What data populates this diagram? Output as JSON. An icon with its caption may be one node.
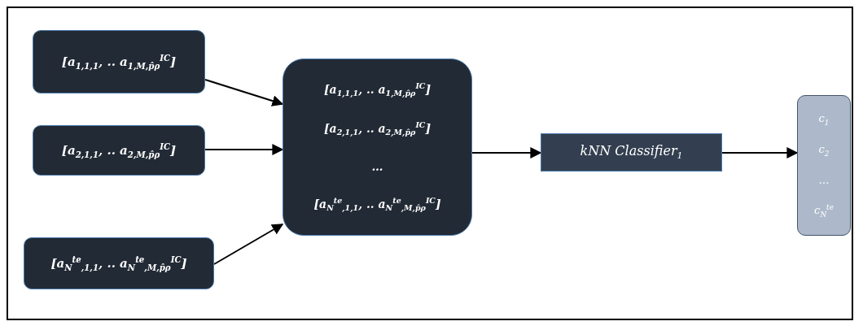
{
  "diagram": {
    "nodes": [
      {
        "text": [
          "[a$_{1,1,1}$, .. a$_{1,M,p̂ρ}$$^{IC}$]"
        ]
      },
      {
        "text": [
          "[a$_{2,1,1}$, .. a$_{2,M,p̂ρ}$$^{IC}$]"
        ]
      },
      {
        "text": [
          "[a$_{N}$$^{te}$$_{,1,1}$, .. a$_{N}$$^{te}$$_{,M,p̂ρ}$$^{IC}$]"
        ]
      },
      {
        "text": [
          "[a$_{1,1,1}$, .. a$_{1,M,p̂ρ}$$^{IC}$]",
          "[a$_{2,1,1}$, .. a$_{2,M,p̂ρ}$$^{IC}$]",
          "…",
          "[a$_{N}$$^{te}$$_{,1,1}$, .. a$_{N}$$^{te}$$_{,M,p̂ρ}$$^{IC}$]"
        ]
      },
      {
        "text": [
          "kNN Classifier$_{1}$"
        ]
      },
      {
        "text": [
          "c$_{1}$",
          "c$_{2}$",
          "…",
          "c$_{N}$$^{te}$"
        ]
      }
    ],
    "edges": [
      {
        "from": 0,
        "to": 3,
        "arrow": "to"
      },
      {
        "from": 1,
        "to": 3,
        "arrow": "to"
      },
      {
        "from": 2,
        "to": 3,
        "arrow": "to"
      },
      {
        "from": 3,
        "to": 4,
        "arrow": "to"
      },
      {
        "from": 4,
        "to": 5,
        "arrow": "to"
      }
    ]
  }
}
